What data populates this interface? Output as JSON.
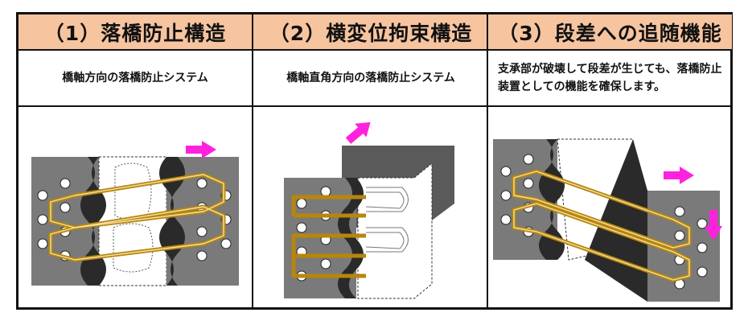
{
  "columns": [
    {
      "title": "（1）落橋防止構造",
      "description": "橋軸方向の落橋防止システム"
    },
    {
      "title": "（2）横変位拘束構造",
      "description": "橋軸直角方向の落橋防止システム"
    },
    {
      "title": "（3）段差への追随機能",
      "description": "支承部が破壊して段差が生じても、落橋防止装置としての機能を確保します。"
    }
  ],
  "colors": {
    "header_bg": "#f7c4a0",
    "steel": "#7a7a7a",
    "rubber": "#2a2a2a",
    "cable": "#b8860b",
    "arrow": "#ff22dd"
  },
  "icons": [
    "arrow-right-icon",
    "arrow-up-right-icon",
    "arrow-down-icon"
  ]
}
